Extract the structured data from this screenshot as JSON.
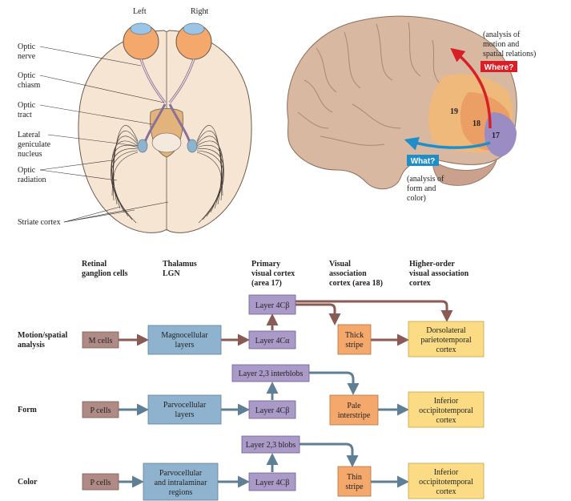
{
  "brain_top": {
    "side_left": "Left",
    "side_right": "Right",
    "labels": {
      "optic_nerve": [
        "Optic",
        "nerve"
      ],
      "optic_chiasm": [
        "Optic",
        "chiasm"
      ],
      "optic_tract": [
        "Optic",
        "tract"
      ],
      "lgn": [
        "Lateral",
        "geniculate",
        "nucleus"
      ],
      "optic_radiation": [
        "Optic",
        "radiation"
      ],
      "striate_cortex": "Striate cortex"
    }
  },
  "brain_side": {
    "where_note": [
      "(analysis of",
      "motion and",
      "spatial relations)"
    ],
    "where_tag": "Where?",
    "what_tag": "What?",
    "what_note": [
      "(analysis of",
      "form and",
      "color)"
    ],
    "areas": {
      "a19": "19",
      "a18": "18",
      "a17": "17"
    }
  },
  "flow": {
    "columns": {
      "retinal": [
        "Retinal",
        "ganglion cells"
      ],
      "thalamus": [
        "Thalamus",
        "LGN"
      ],
      "primary": [
        "Primary",
        "visual cortex",
        "(area 17)"
      ],
      "visual_assoc": [
        "Visual",
        "association",
        "cortex (area 18)"
      ],
      "higher": [
        "Higher-order",
        "visual association",
        "cortex"
      ]
    },
    "rows": {
      "motion": [
        "Motion/spatial",
        "analysis"
      ],
      "form": "Form",
      "color": "Color"
    },
    "boxes": {
      "m_cells": "M cells",
      "magno": [
        "Magnocellular",
        "layers"
      ],
      "layer_4ca": "Layer 4Cα",
      "layer_4cb_top": "Layer 4Cβ",
      "thick": [
        "Thick",
        "stripe"
      ],
      "dorsolateral": [
        "Dorsolateral",
        "parietotemporal",
        "cortex"
      ],
      "p_cells_1": "P cells",
      "parvo": [
        "Parvocellular",
        "layers"
      ],
      "layer_4cb_form": "Layer 4Cβ",
      "interblobs": "Layer 2,3 interblobs",
      "pale": [
        "Pale",
        "interstripe"
      ],
      "inferior_1": [
        "Inferior",
        "occipitotemporal",
        "cortex"
      ],
      "p_cells_2": "P cells",
      "parvo_intra": [
        "Parvocellular",
        "and intralaminar",
        "regions"
      ],
      "layer_4cb_color": "Layer 4Cβ",
      "blobs": "Layer 2,3 blobs",
      "thin": [
        "Thin",
        "stripe"
      ],
      "inferior_2": [
        "Inferior",
        "occipitotemporal",
        "cortex"
      ]
    },
    "colors": {
      "retina_box": "#b08a84",
      "lgn_box": "#8fb3cf",
      "v1_box": "#a99ac7",
      "v2_box": "#f4a86c",
      "higher_box": "#fbdb83",
      "arrow_brown": "#8a5a55",
      "arrow_blue": "#5f7f94"
    }
  }
}
